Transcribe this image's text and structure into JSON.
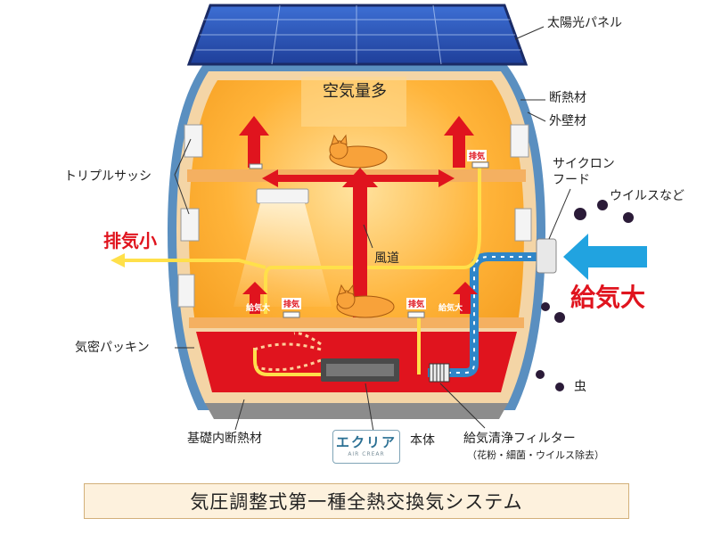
{
  "labels": {
    "solar_panel": "太陽光パネル",
    "insulation": "断熱材",
    "exterior_wall": "外壁材",
    "triple_sash": "トリプルサッシ",
    "cyclone_hood_line1": "サイクロン",
    "cyclone_hood_line2": "フード",
    "viruses": "ウイルスなど",
    "exhaust_small": "排気小",
    "supply_large": "給気大",
    "airtight_packing": "気密パッキン",
    "insect": "虫",
    "foundation_insulation": "基礎内断熱材",
    "main_unit": "本体",
    "filter_line1": "給気清浄フィルター",
    "filter_line2": "（花粉・細菌・ウイルス除去）",
    "air_volume_large": "空気量多",
    "air_duct": "風道",
    "exhaust_tag_upper": "排気",
    "supply_tag_left": "給気大",
    "exhaust_tag_left": "排気",
    "exhaust_tag_right": "排気",
    "supply_tag_right": "給気大"
  },
  "logo": {
    "main": "エクリア",
    "sub": "AIR CREAR"
  },
  "caption": "気圧調整式第一種全熱交換気システム",
  "colors": {
    "warm_interior": "#f9a21f",
    "warm_light": "#ffd78a",
    "supply_arrow_red": "#e0141e",
    "exhaust_line_yellow": "#ffe04a",
    "supply_duct_blue": "#2f86c8",
    "wall_blue": "#5a8fc0",
    "insulation_beige": "#f4d5a6",
    "foundation_gray": "#8c8c8c",
    "inflow_arrow_blue": "#21a3e0"
  }
}
